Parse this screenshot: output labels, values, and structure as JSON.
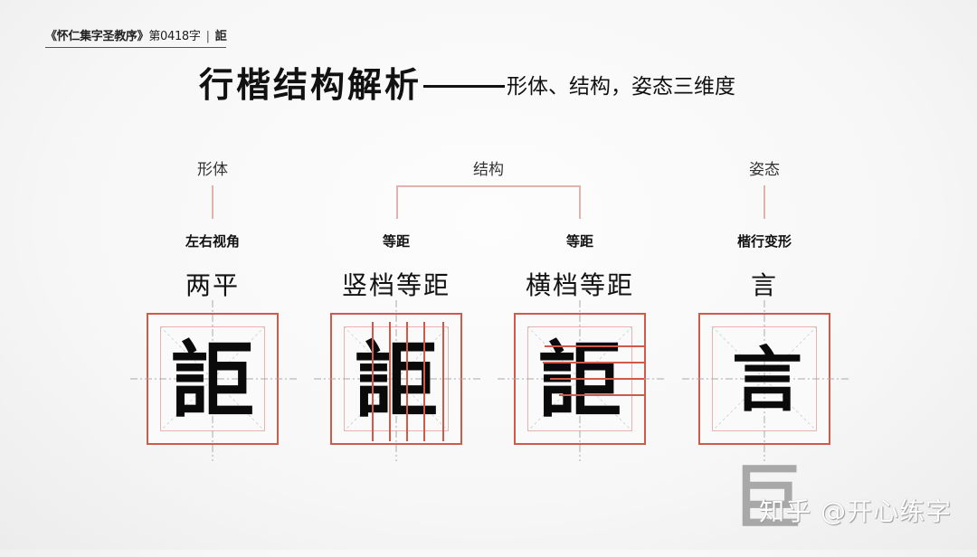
{
  "header": {
    "book": "《怀仁集字圣教序》",
    "index": "第0418字",
    "separator": "|",
    "character": "詎"
  },
  "title": {
    "main": "行楷结构解析",
    "subtitle": "形体、结构，姿态三维度"
  },
  "categories": [
    {
      "label": "形体"
    },
    {
      "label": "结构"
    },
    {
      "label": "姿态"
    }
  ],
  "columns": [
    {
      "label": "左右视角",
      "subtitle": "两平",
      "overlay": "none"
    },
    {
      "label": "等距",
      "subtitle": "竖档等距",
      "overlay": "vertical-lines"
    },
    {
      "label": "等距",
      "subtitle": "横档等距",
      "overlay": "horizontal-lines"
    },
    {
      "label": "楷行变形",
      "subtitle": "言",
      "overlay": "right-half-grayed"
    }
  ],
  "glyph": {
    "left": "言",
    "right": "巨",
    "full": "詎"
  },
  "colors": {
    "accent_red": "#cf5a4a",
    "connector": "#e0b4ae",
    "gray_glyph": "#a8a8a8"
  },
  "watermark": "知乎 @开心练字"
}
